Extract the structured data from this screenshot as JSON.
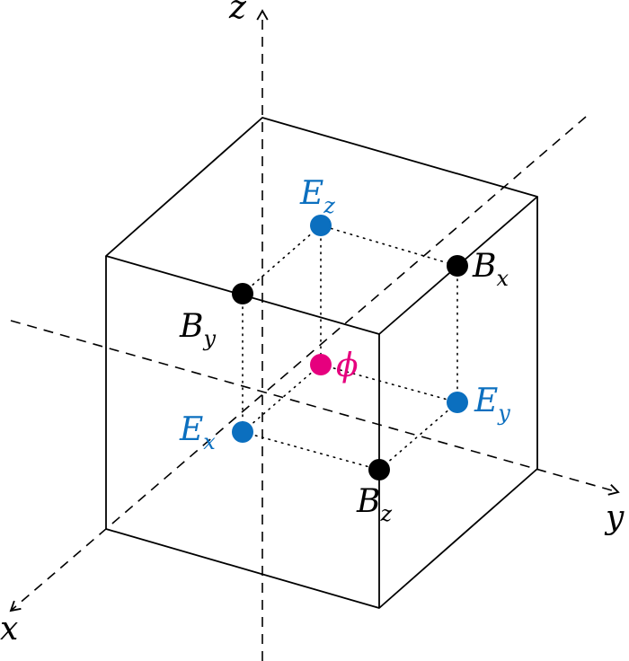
{
  "colors": {
    "line": "#000000",
    "electric": "#0b6fbf",
    "potential": "#e6007e",
    "magnetic": "#000000"
  },
  "axes": {
    "z": {
      "label": "z"
    },
    "y": {
      "label": "y"
    },
    "x": {
      "label": "x"
    }
  },
  "nodes": {
    "ez": {
      "base": "E",
      "sub": "z"
    },
    "ex": {
      "base": "E",
      "sub": "x"
    },
    "ey": {
      "base": "E",
      "sub": "y"
    },
    "bx": {
      "base": "B",
      "sub": "x"
    },
    "by": {
      "base": "B",
      "sub": "y"
    },
    "bz": {
      "base": "B",
      "sub": "z"
    },
    "phi": {
      "label": "ϕ"
    }
  }
}
